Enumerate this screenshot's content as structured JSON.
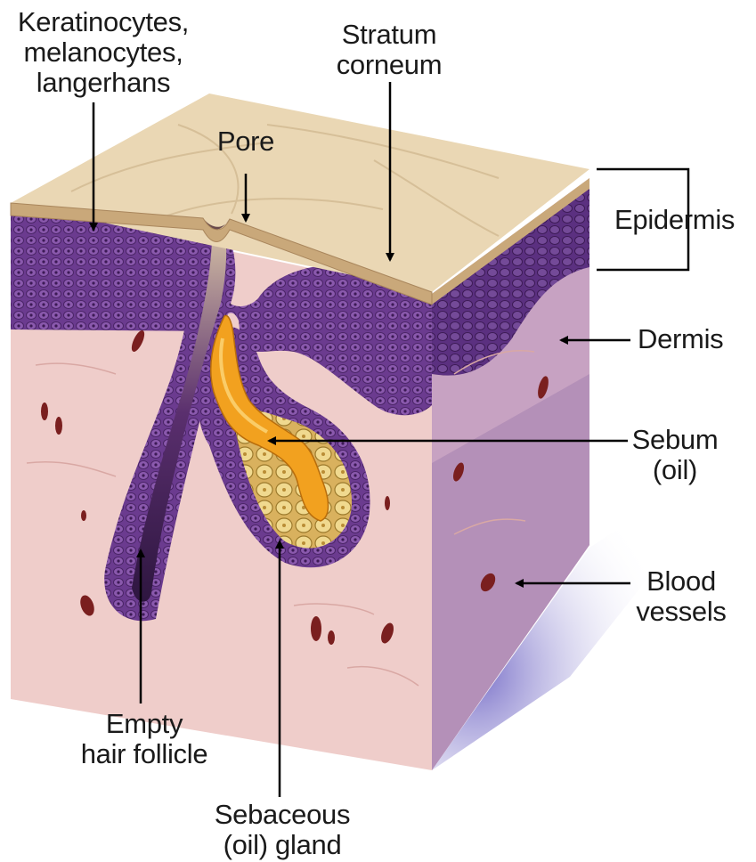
{
  "labels": {
    "keratinocytes": [
      "Keratinocytes,",
      "melanocytes,",
      "langerhans"
    ],
    "stratum": [
      "Stratum",
      "corneum"
    ],
    "pore": "Pore",
    "epidermis": "Epidermis",
    "dermis": "Dermis",
    "sebum": [
      "Sebum",
      "(oil)"
    ],
    "blood_vessels": [
      "Blood",
      "vessels"
    ],
    "hair_follicle": [
      "Empty",
      "hair follicle"
    ],
    "sebaceous_gland": [
      "Sebaceous",
      "(oil) gland"
    ]
  },
  "colors": {
    "skin_surface": "#ead7b4",
    "stratum_layer": "#c9a87a",
    "epidermis_cells": "#6e3d91",
    "dermis_front": "#edc8c4",
    "dermis_side": "#b792b3",
    "sebum": "#f2a11f",
    "sebaceous_cells": "#e8cf82",
    "blood_vessel": "#7a1f1f",
    "shadow": "#7d73c9"
  }
}
